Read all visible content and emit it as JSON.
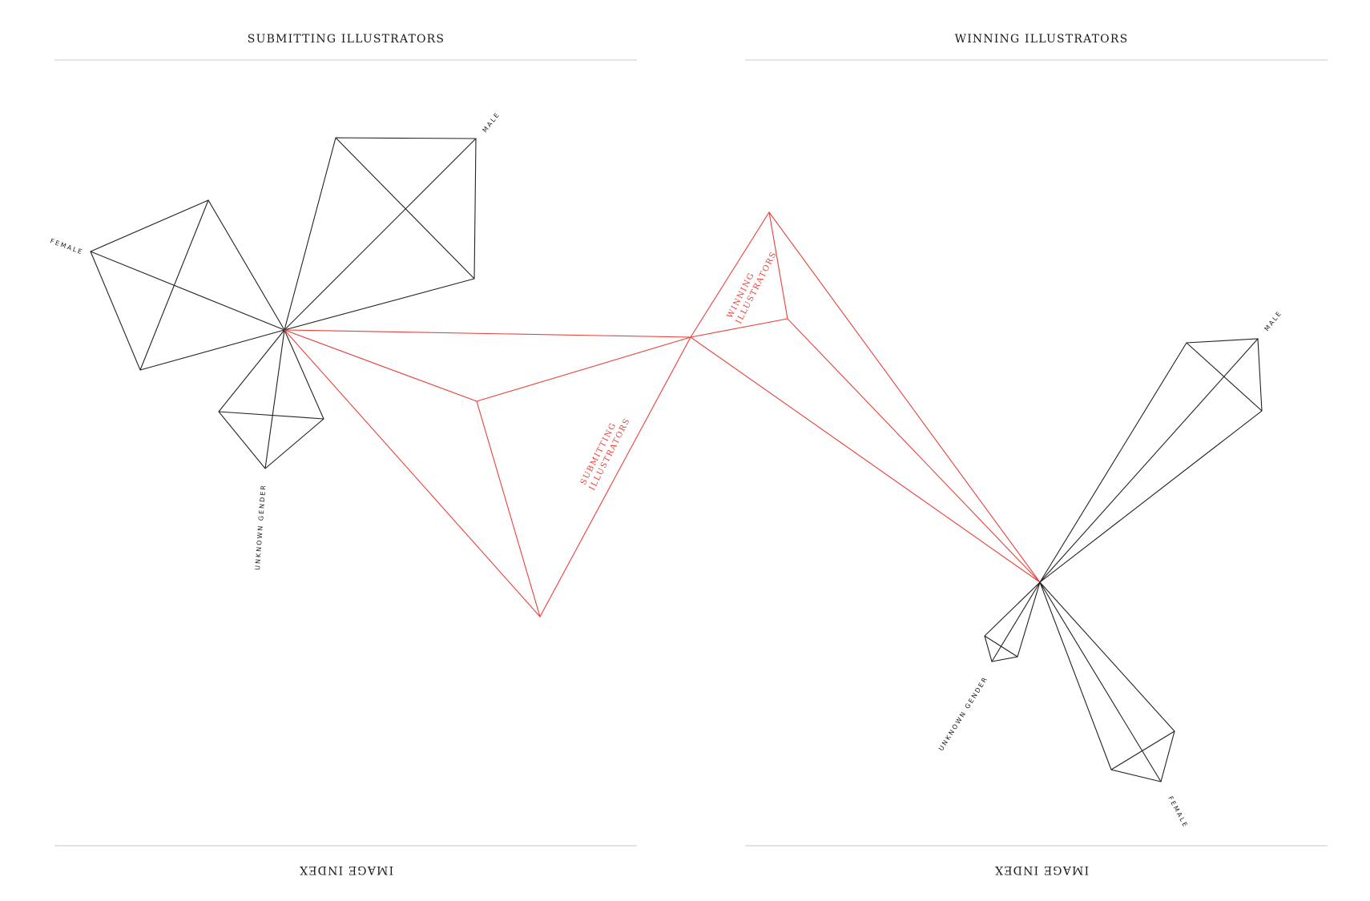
{
  "header": {
    "left_title": "SUBMITTING ILLUSTRATORS",
    "right_title": "WINNING ILLUSTRATORS"
  },
  "footer": {
    "left_caption": "IMAGE INDEX",
    "right_caption": "IMAGE INDEX"
  },
  "left_diagram": {
    "label_male": "MALE",
    "label_female": "FEMALE",
    "label_unknown": "UNKNOWN GENDER"
  },
  "right_diagram": {
    "label_male": "MALE",
    "label_female": "FEMALE",
    "label_unknown": "UNKNOWN GENDER"
  },
  "center_diagram": {
    "label_submitting_line1": "SUBMITTING",
    "label_submitting_line2": "ILLUSTRATORS",
    "label_winning_line1": "WINNING",
    "label_winning_line2": "ILLUSTRATORS"
  },
  "colors": {
    "accent": "#e8413a",
    "ink": "#222222",
    "rule": "#c8c8c8"
  }
}
